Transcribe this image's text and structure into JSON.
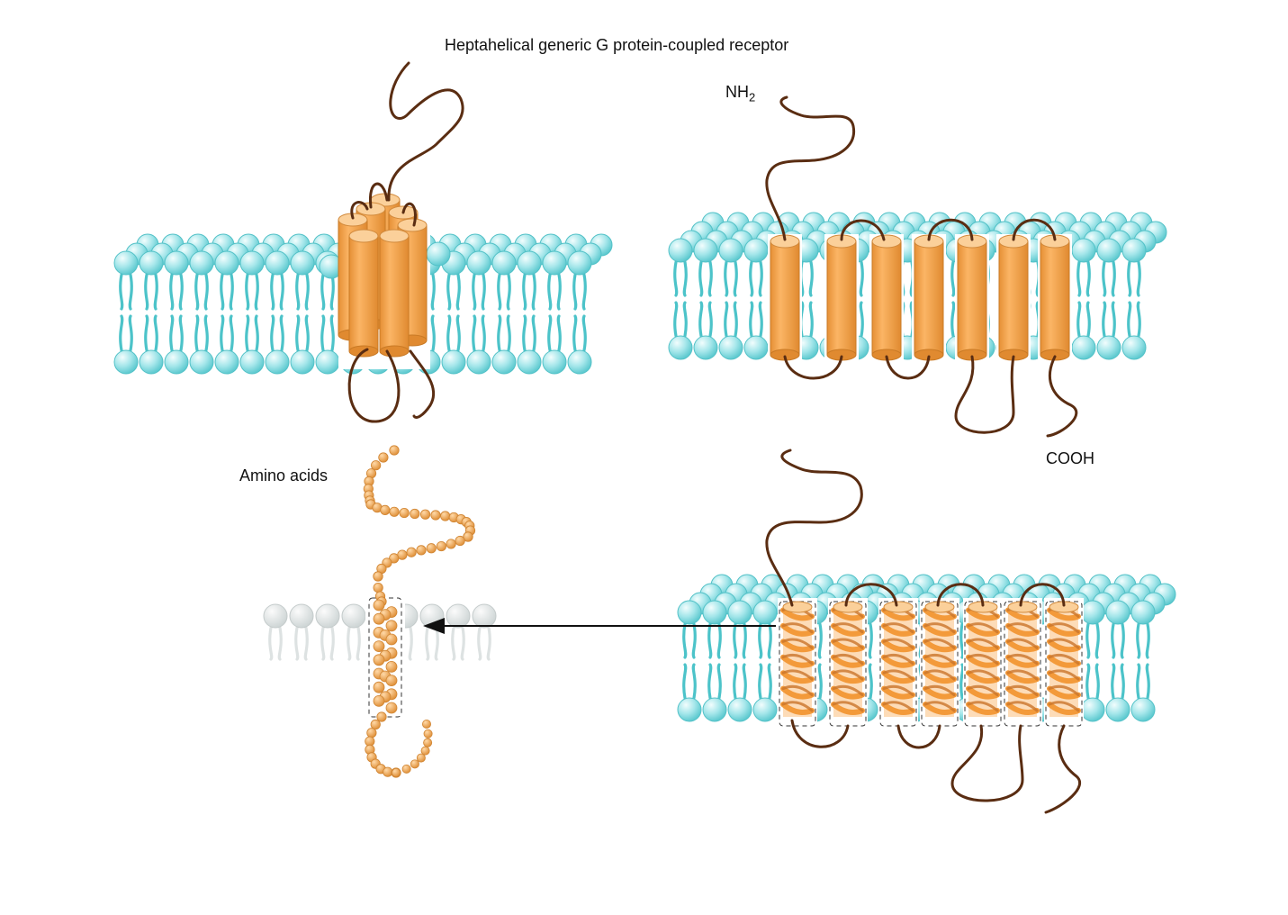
{
  "figure": {
    "title": "Heptahelical generic G protein-coupled receptor",
    "labels": {
      "n_terminus": "NH",
      "n_terminus_subscript": "2",
      "c_terminus": "COOH",
      "amino_acids": "Amino acids"
    },
    "panels": [
      {
        "name": "bundle-view",
        "helix_count": 7
      },
      {
        "name": "unrolled-cylinder-view",
        "helix_count": 7
      },
      {
        "name": "unrolled-helix-view",
        "helix_count": 7
      },
      {
        "name": "amino-acid-chain-view",
        "helix_count": 1
      }
    ],
    "colors": {
      "lipid_head": "#9fe3e8",
      "lipid_head_light": "#e8fbfc",
      "lipid_tail": "#4cc3c9",
      "helix_fill": "#f7a94c",
      "helix_dark": "#d9852c",
      "helix_top": "#fbd09a",
      "loop": "#5a2d12",
      "bead": "#f0a84e",
      "faded_lipid": "#d8dede",
      "arrow": "#111111"
    },
    "icons": {
      "pointer_arrow": "arrow-left-icon"
    }
  }
}
